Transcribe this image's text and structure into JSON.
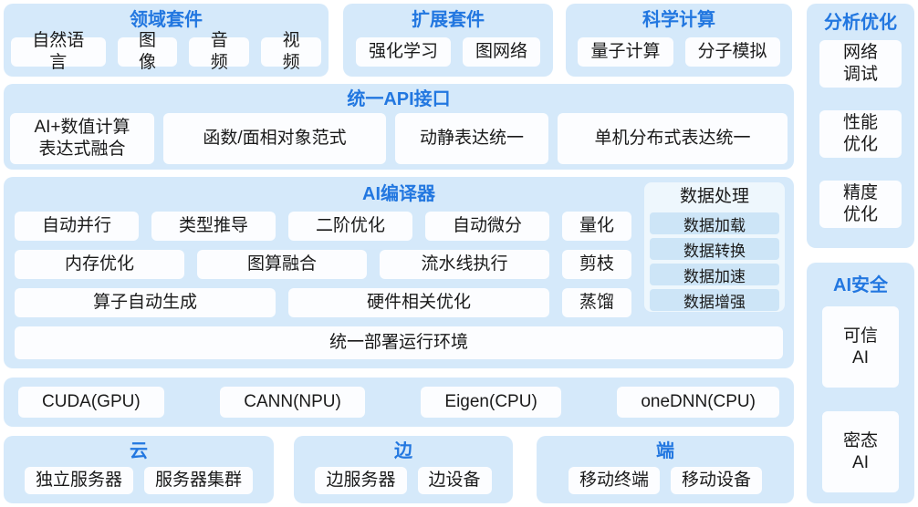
{
  "colors": {
    "panel_bg": "#d5e9fa",
    "box_bg": "#fcfdff",
    "subpanel_bg": "#eef7fd",
    "chip_bg": "#cde5f7",
    "title_blue": "#2277e0",
    "text_dark": "#1a1a1a",
    "page_bg": "#ffffff"
  },
  "suites": {
    "domain": {
      "title": "领域套件",
      "items": [
        "自然语言",
        "图像",
        "音频",
        "视频"
      ]
    },
    "extension": {
      "title": "扩展套件",
      "items": [
        "强化学习",
        "图网络"
      ]
    },
    "science": {
      "title": "科学计算",
      "items": [
        "量子计算",
        "分子模拟"
      ]
    }
  },
  "api": {
    "title": "统一API接口",
    "items": [
      "AI+数值计算\n表达式融合",
      "函数/面相对象范式",
      "动静表达统一",
      "单机分布式表达统一"
    ]
  },
  "compiler": {
    "title": "AI编译器",
    "row1": [
      "自动并行",
      "类型推导",
      "二阶优化",
      "自动微分"
    ],
    "row2": [
      "内存优化",
      "图算融合",
      "流水线执行"
    ],
    "row3": [
      "算子自动生成",
      "硬件相关优化"
    ],
    "side": [
      "量化",
      "剪枝",
      "蒸馏"
    ],
    "data_processing": {
      "title": "数据处理",
      "items": [
        "数据加载",
        "数据转换",
        "数据加速",
        "数据增强"
      ]
    },
    "runtime": "统一部署运行环境"
  },
  "hardware": {
    "items": [
      "CUDA(GPU)",
      "CANN(NPU)",
      "Eigen(CPU)",
      "oneDNN(CPU)"
    ]
  },
  "deploy": {
    "cloud": {
      "title": "云",
      "items": [
        "独立服务器",
        "服务器集群"
      ]
    },
    "edge": {
      "title": "边",
      "items": [
        "边服务器",
        "边设备"
      ]
    },
    "device": {
      "title": "端",
      "items": [
        "移动终端",
        "移动设备"
      ]
    }
  },
  "right": {
    "analysis": {
      "title": "分析优化",
      "items": [
        "网络\n调试",
        "性能\n优化",
        "精度\n优化"
      ]
    },
    "security": {
      "title": "AI安全",
      "items": [
        "可信\nAI",
        "密态\nAI"
      ]
    }
  }
}
